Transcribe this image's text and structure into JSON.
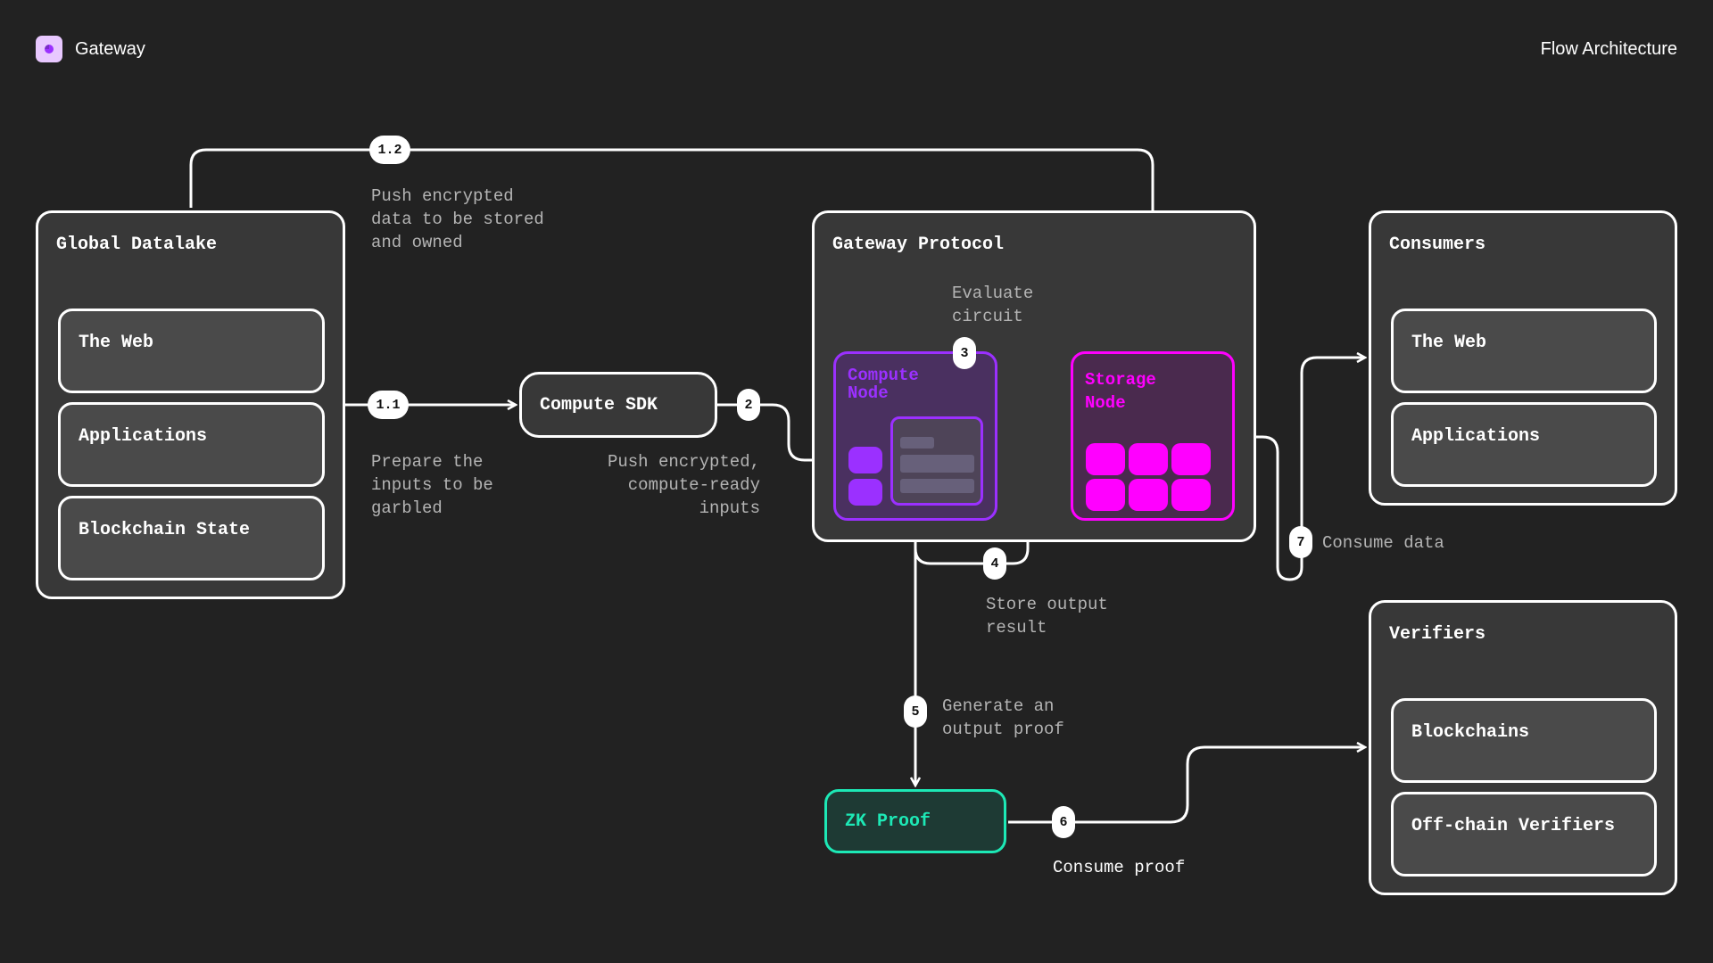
{
  "header": {
    "brand": "Gateway",
    "right_title": "Flow Architecture"
  },
  "panels": {
    "datalake": {
      "title": "Global Datalake",
      "items": [
        "The Web",
        "Applications",
        "Blockchain State"
      ]
    },
    "protocol": {
      "title": "Gateway Protocol",
      "compute_node": "Compute Node",
      "storage_node": "Storage Node"
    },
    "consumers": {
      "title": "Consumers",
      "items": [
        "The Web",
        "Applications"
      ]
    },
    "verifiers": {
      "title": "Verifiers",
      "items": [
        "Blockchains",
        "Off-chain Verifiers"
      ]
    }
  },
  "nodes": {
    "compute_sdk": "Compute SDK",
    "zk_proof": "ZK Proof"
  },
  "steps": {
    "s1_1": {
      "badge": "1.1",
      "label": "Prepare the\ninputs to be\ngarbled"
    },
    "s1_2": {
      "badge": "1.2",
      "label": "Push encrypted\ndata to be stored\nand owned"
    },
    "s2": {
      "badge": "2",
      "label": "Push encrypted,\ncompute-ready\ninputs"
    },
    "s3": {
      "badge": "3",
      "label": "Evaluate\ncircuit"
    },
    "s4": {
      "badge": "4",
      "label": "Store output\nresult"
    },
    "s5": {
      "badge": "5",
      "label": "Generate an\noutput proof"
    },
    "s6": {
      "badge": "6",
      "label": "Consume proof"
    },
    "s7": {
      "badge": "7",
      "label": "Consume data"
    }
  },
  "colors": {
    "background": "#222222",
    "compute": "#9b30ff",
    "storage": "#ff00ff",
    "zk": "#1de9b6"
  }
}
